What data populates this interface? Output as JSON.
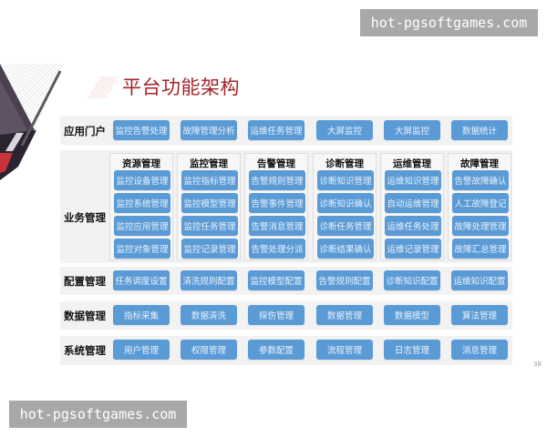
{
  "page": {
    "title": "平台功能架构",
    "page_number": "38",
    "colors": {
      "title": "#a3242a",
      "button": "#5b9bd5",
      "row_background": "#f2f2f2",
      "watermark": "#a8a8a8"
    }
  },
  "watermarks": {
    "top_right": "hot-pgsoftgames.com",
    "bottom_left": "hot-pgsoftgames.com"
  },
  "rows": {
    "portal": {
      "label": "应用门户",
      "items": [
        "监控告警处理",
        "故障管理分析",
        "运维任务管理",
        "大屏监控",
        "大屏监控",
        "数据统计"
      ]
    },
    "business": {
      "label": "业务管理",
      "groups": [
        {
          "title": "资源管理",
          "items": [
            "监控设备管理",
            "监控系统管理",
            "监控应用管理",
            "监控对象管理"
          ]
        },
        {
          "title": "监控管理",
          "items": [
            "监控指标管理",
            "监控模型管理",
            "监控任务管理",
            "监控记录管理"
          ]
        },
        {
          "title": "告警管理",
          "items": [
            "告警规则管理",
            "告警事件管理",
            "告警消息管理",
            "告警处理分派"
          ]
        },
        {
          "title": "诊断管理",
          "items": [
            "诊断知识管理",
            "诊断知识确认",
            "诊断任务管理",
            "诊断结果确认"
          ]
        },
        {
          "title": "运维管理",
          "items": [
            "运维知识管理",
            "自动运维管理",
            "运维任务处理",
            "运维记录管理"
          ]
        },
        {
          "title": "故障管理",
          "items": [
            "告警故障确认",
            "人工故障登记",
            "故障处理管理",
            "故障汇总管理"
          ]
        }
      ]
    },
    "config": {
      "label": "配置管理",
      "items": [
        "任务调度设置",
        "清洗规则配置",
        "监控模型配置",
        "告警规则配置",
        "诊断知识配置",
        "运维知识配置"
      ]
    },
    "data": {
      "label": "数据管理",
      "items": [
        "指标采集",
        "数据清洗",
        "探伤管理",
        "数据管理",
        "数据模型",
        "算法管理"
      ]
    },
    "system": {
      "label": "系统管理",
      "items": [
        "用户管理",
        "权限管理",
        "参数配置",
        "流程管理",
        "日志管理",
        "消息管理"
      ]
    }
  }
}
